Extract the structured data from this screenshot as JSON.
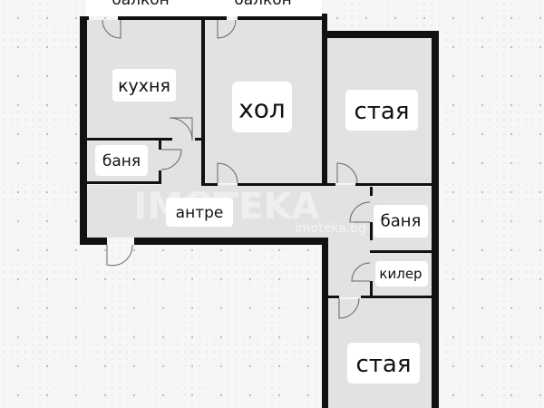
{
  "plan": {
    "balcony_left": "балкон",
    "balcony_right": "балкон",
    "kitchen": "кухня",
    "living_room": "хол",
    "bedroom_top": "стая",
    "bathroom_left": "баня",
    "hallway": "антре",
    "bathroom_right": "баня",
    "storage": "килер",
    "bedroom_bottom": "стая"
  },
  "watermark": {
    "brand": "IMOTEKA",
    "domain": "imoteka.bg"
  },
  "colors": {
    "room_fill": "#e2e2e2",
    "wall": "#111111",
    "background": "#f6f6f6"
  }
}
